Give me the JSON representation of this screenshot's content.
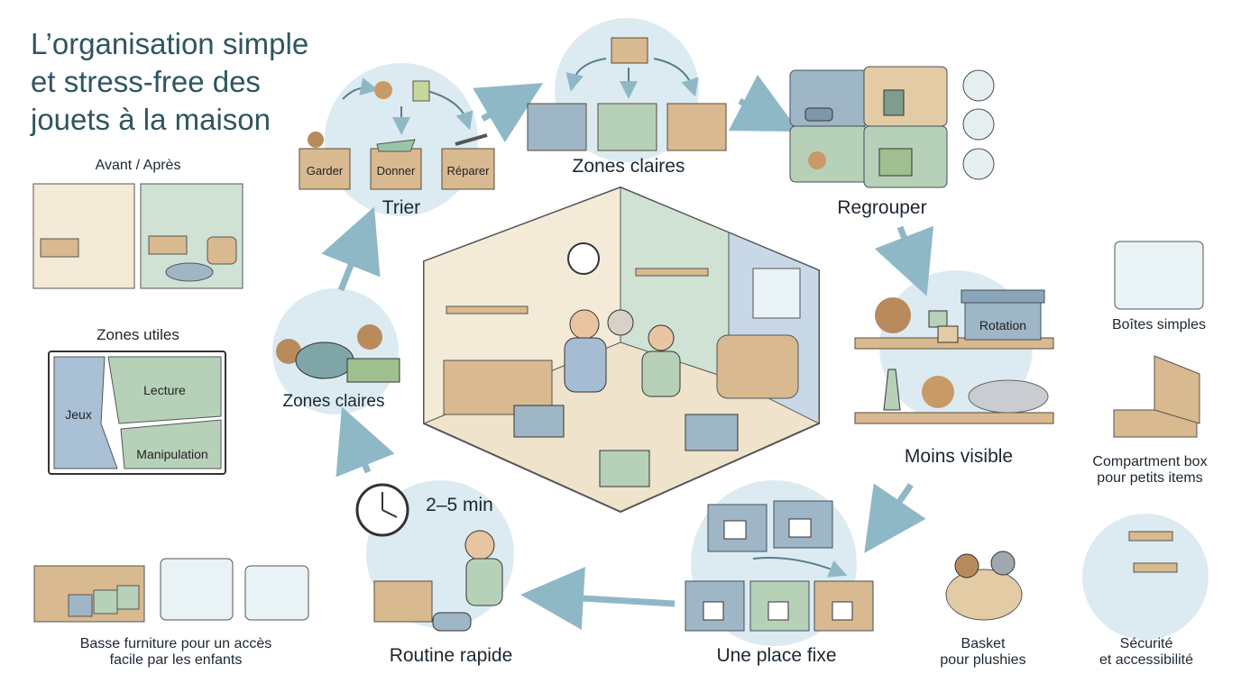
{
  "title": {
    "line1": "L’organisation simple",
    "line2": "et stress-free des",
    "line3": "jouets à la maison"
  },
  "steps": {
    "trier": "Trier",
    "zones_claires_top": "Zones claires",
    "regrouper": "Regrouper",
    "moins_visible": "Moins visible",
    "une_place_fixe": "Une place fixe",
    "routine_rapide": "Routine rapide",
    "zones_claires_left": "Zones claires"
  },
  "trier_boxes": {
    "garder": "Garder",
    "donner": "Donner",
    "reparer": "Réparer"
  },
  "rotation_box": "Rotation",
  "timer": "2–5 min",
  "side_left": {
    "avant_apres": "Avant / Après",
    "zones_utiles": "Zones utiles",
    "zones": {
      "jeux": "Jeux",
      "lecture": "Lecture",
      "manipulation": "Manipulation"
    },
    "furniture_line1": "Basse furniture pour un accès",
    "furniture_line2": "facile par les enfants"
  },
  "side_right": {
    "boites": "Boîtes simples",
    "compartment_line1": "Compartment box",
    "compartment_line2": "pour petits items",
    "basket_line1": "Basket",
    "basket_line2": "pour plushies",
    "securite_line1": "Sécurité",
    "securite_line2": "et accessibilité"
  },
  "colors": {
    "title": "#2f5660",
    "circle_bg": "#dcebf1",
    "box_tan": "#d9b98f",
    "box_blue": "#9fb6c6",
    "box_green": "#b7d1b9",
    "arrow": "#8fb8c6",
    "wall_green": "#cfe2d3",
    "wall_blue": "#c8d8e6",
    "floor": "#efe3cc"
  }
}
